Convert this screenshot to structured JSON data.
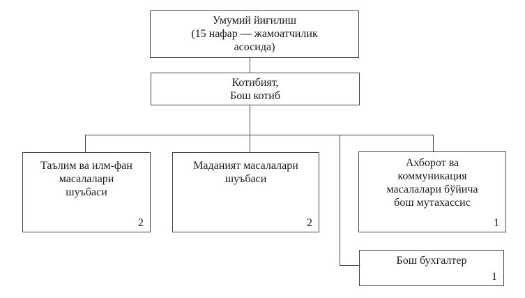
{
  "colors": {
    "line": "#444444",
    "text": "#1a1a1a",
    "background": "#ffffff",
    "box_fill": "#ffffff"
  },
  "nodes": {
    "general_assembly": {
      "lines": [
        "Умумий йиғилиш",
        "(15 нафар — жамоатчилик",
        "асосида)"
      ]
    },
    "secretariat": {
      "lines": [
        "Котибият,",
        "Бош котиб"
      ]
    },
    "education_dept": {
      "lines": [
        "Таълим ва илм-фан",
        "масалалари",
        "шуъбаси"
      ],
      "count": "2"
    },
    "culture_dept": {
      "lines": [
        "Маданият масалалари",
        "шуъбаси"
      ],
      "count": "2"
    },
    "information_specialist": {
      "lines": [
        "Ахборот ва",
        "коммуникация",
        "масалалари бўйича",
        "бош мутахассис"
      ],
      "count": "1"
    },
    "chief_accountant": {
      "lines": [
        "Бош бухгалтер"
      ],
      "count": "1"
    }
  }
}
